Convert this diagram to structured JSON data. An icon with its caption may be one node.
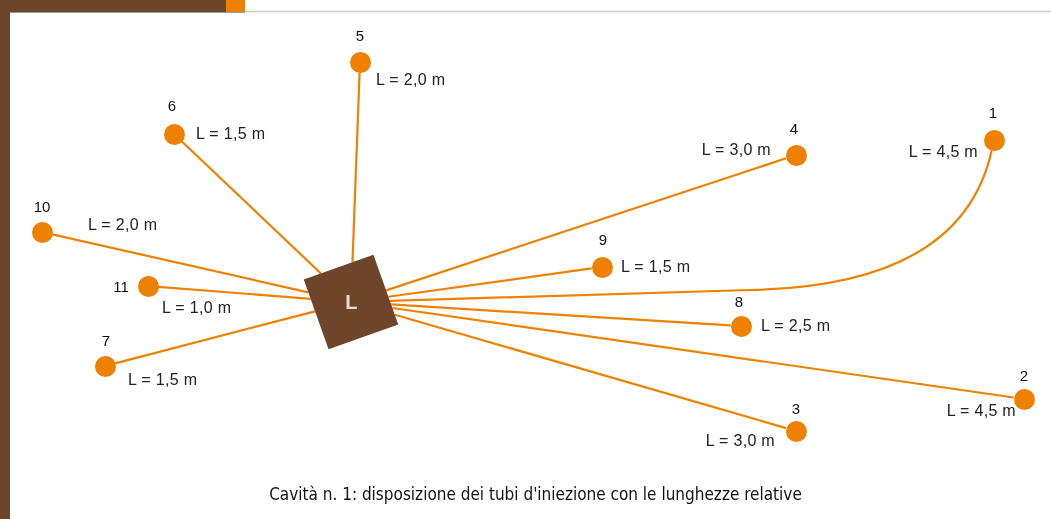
{
  "diagram": {
    "caption": "Cavità n. 1: disposizione dei tubi d'iniezione con le lunghezze relative",
    "nodes": [
      {
        "text": [
          "L"
        ]
      },
      {
        "text": [],
        "shape": "circle",
        "beside": [
          "1",
          "L = 4,5 m"
        ]
      },
      {
        "text": [],
        "shape": "circle",
        "beside": [
          "2",
          "L = 4,5 m"
        ]
      },
      {
        "text": [],
        "shape": "circle",
        "beside": [
          "3",
          "L = 3,0 m"
        ]
      },
      {
        "text": [],
        "shape": "circle",
        "beside": [
          "4",
          "L = 3,0 m"
        ]
      },
      {
        "text": [],
        "shape": "circle",
        "beside": [
          "5",
          "L = 2,0 m"
        ]
      },
      {
        "text": [],
        "shape": "circle",
        "beside": [
          "6",
          "L = 1,5 m"
        ]
      },
      {
        "text": [],
        "shape": "circle",
        "beside": [
          "7",
          "L = 1,5 m"
        ]
      },
      {
        "text": [],
        "shape": "circle",
        "beside": [
          "8",
          "L = 2,5 m"
        ]
      },
      {
        "text": [],
        "shape": "circle",
        "beside": [
          "9",
          "L = 1,5 m"
        ]
      },
      {
        "text": [],
        "shape": "circle",
        "beside": [
          "10",
          "L = 2,0 m"
        ]
      },
      {
        "text": [],
        "shape": "circle",
        "beside": [
          "11",
          "L = 1,0 m"
        ]
      }
    ],
    "edges": [
      {
        "from": 0,
        "to": 1,
        "arrow": "none"
      },
      {
        "from": 0,
        "to": 2,
        "arrow": "none"
      },
      {
        "from": 0,
        "to": 3,
        "arrow": "none"
      },
      {
        "from": 0,
        "to": 4,
        "arrow": "none"
      },
      {
        "from": 0,
        "to": 5,
        "arrow": "none"
      },
      {
        "from": 0,
        "to": 6,
        "arrow": "none"
      },
      {
        "from": 0,
        "to": 7,
        "arrow": "none"
      },
      {
        "from": 0,
        "to": 8,
        "arrow": "none"
      },
      {
        "from": 0,
        "to": 9,
        "arrow": "none"
      },
      {
        "from": 0,
        "to": 10,
        "arrow": "none"
      },
      {
        "from": 0,
        "to": 11,
        "arrow": "none"
      }
    ]
  }
}
